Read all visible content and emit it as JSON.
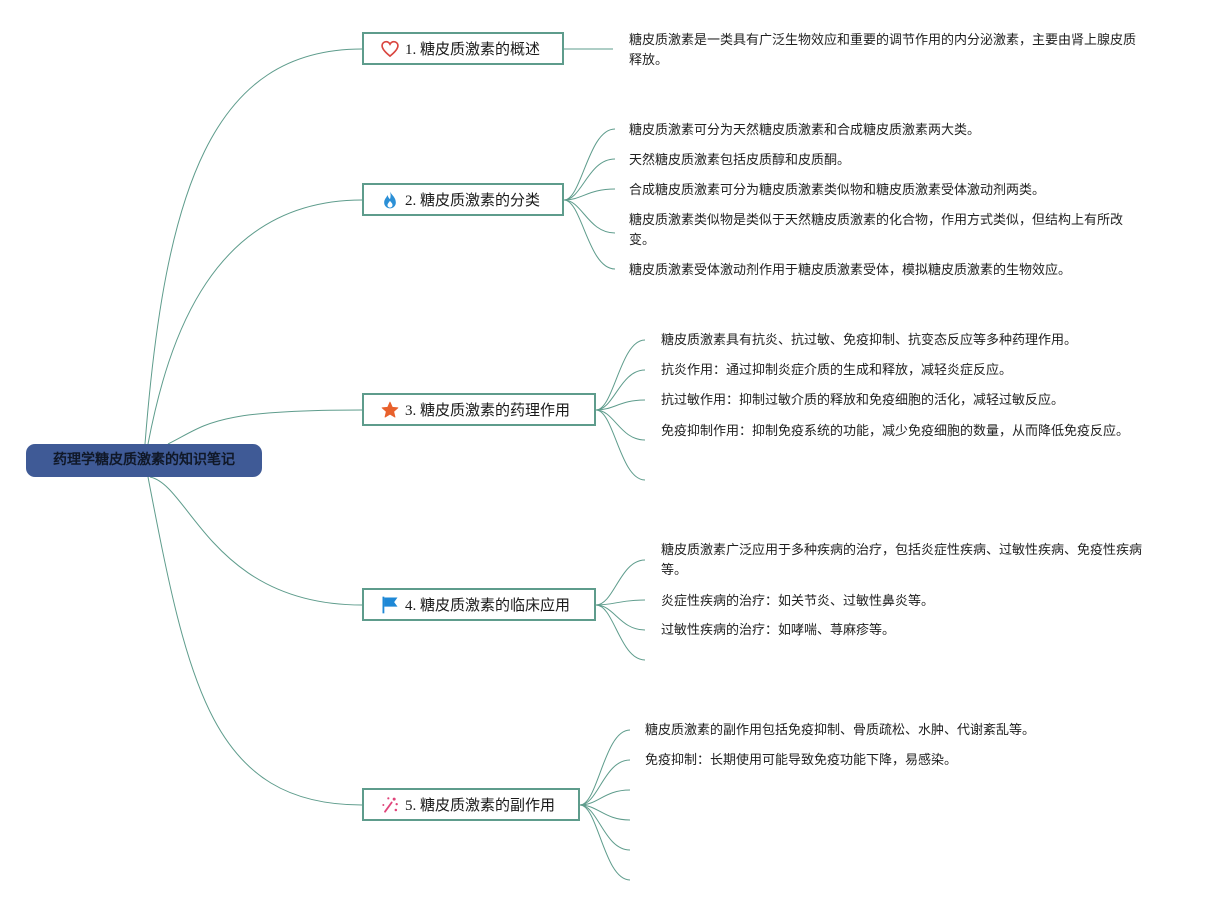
{
  "root": {
    "title": "药理学糖皮质激素的知识笔记"
  },
  "topics": [
    {
      "label": "1. 糖皮质激素的概述",
      "icon": "heart-icon",
      "notes": [
        "糖皮质激素是一类具有广泛生物效应和重要的调节作用的内分泌激素，主要由肾上腺皮质释放。"
      ]
    },
    {
      "label": "2. 糖皮质激素的分类",
      "icon": "flame-icon",
      "notes": [
        "糖皮质激素可分为天然糖皮质激素和合成糖皮质激素两大类。",
        "天然糖皮质激素包括皮质醇和皮质酮。",
        "合成糖皮质激素可分为糖皮质激素类似物和糖皮质激素受体激动剂两类。",
        "糖皮质激素类似物是类似于天然糖皮质激素的化合物，作用方式类似，但结构上有所改变。",
        "糖皮质激素受体激动剂作用于糖皮质激素受体，模拟糖皮质激素的生物效应。"
      ]
    },
    {
      "label": "3. 糖皮质激素的药理作用",
      "icon": "star-icon",
      "notes": [
        "糖皮质激素具有抗炎、抗过敏、免疫抑制、抗变态反应等多种药理作用。",
        "抗炎作用：通过抑制炎症介质的生成和释放，减轻炎症反应。",
        "抗过敏作用：抑制过敏介质的释放和免疫细胞的活化，减轻过敏反应。",
        "免疫抑制作用：抑制免疫系统的功能，减少免疫细胞的数量，从而降低免疫反应。",
        ""
      ]
    },
    {
      "label": "4. 糖皮质激素的临床应用",
      "icon": "flag-icon",
      "notes": [
        "糖皮质激素广泛应用于多种疾病的治疗，包括炎症性疾病、过敏性疾病、免疫性疾病等。",
        "炎症性疾病的治疗：如关节炎、过敏性鼻炎等。",
        "过敏性疾病的治疗：如哮喘、荨麻疹等。",
        ""
      ]
    },
    {
      "label": "5. 糖皮质激素的副作用",
      "icon": "sparkle-icon",
      "notes": [
        "糖皮质激素的副作用包括免疫抑制、骨质疏松、水肿、代谢紊乱等。",
        "免疫抑制：长期使用可能导致免疫功能下降，易感染。",
        "",
        "",
        "",
        ""
      ]
    }
  ],
  "colors": {
    "line": "#5e9c8c",
    "root": "#3f5a96",
    "heart": "#d9453f",
    "flame": "#2b8fd6",
    "star": "#e8612c",
    "flag": "#1e88d6",
    "sparkle": "#e0457b"
  }
}
